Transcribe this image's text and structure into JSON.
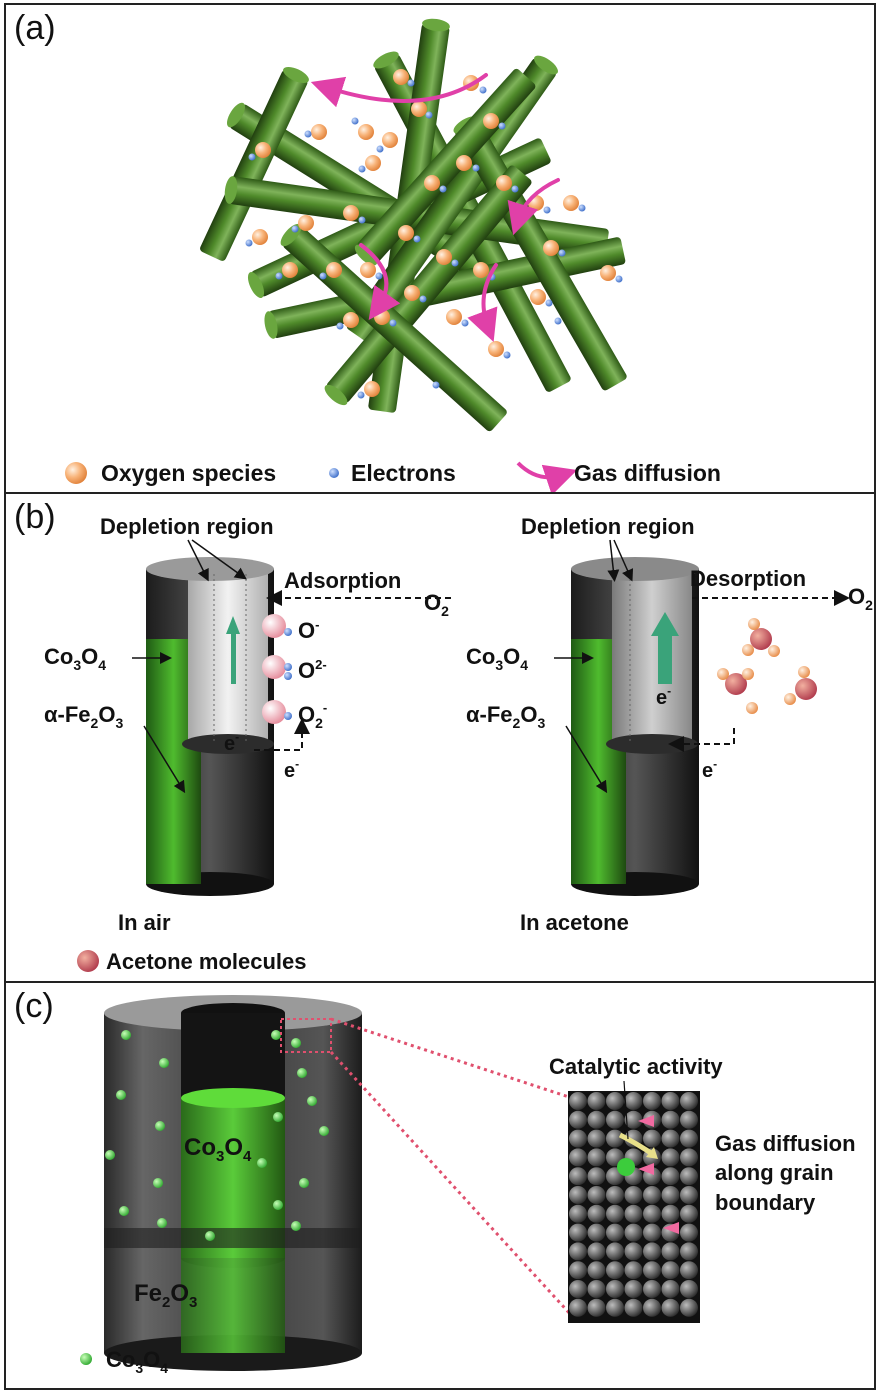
{
  "panel_a": {
    "label": "(a)",
    "legend": {
      "oxygen": "Oxygen species",
      "electrons": "Electrons",
      "gas": "Gas diffusion"
    }
  },
  "panel_b": {
    "label": "(b)",
    "left": {
      "depletion": "Depletion region",
      "process": "Adsorption",
      "gas": "O",
      "gas_sub": "2",
      "co3o4": "Co",
      "co3o4_sub1": "3",
      "co3o4_o": "O",
      "co3o4_sub2": "4",
      "fe2o3_pre": "α-Fe",
      "fe2o3_sub1": "2",
      "fe2o3_o": "O",
      "fe2o3_sub2": "3",
      "electron": "e",
      "electron_sup": "-",
      "ion1": "O",
      "ion1_sup": "-",
      "ion2": "O",
      "ion2_sup": "2-",
      "ion3": "O",
      "ion3_sub": "2",
      "ion3_sup": "-",
      "caption": "In air"
    },
    "right": {
      "depletion": "Depletion region",
      "process": "Desorption",
      "gas": "O",
      "gas_sub": "2",
      "co3o4": "Co",
      "co3o4_sub1": "3",
      "co3o4_o": "O",
      "co3o4_sub2": "4",
      "fe2o3_pre": "α-Fe",
      "fe2o3_sub1": "2",
      "fe2o3_o": "O",
      "fe2o3_sub2": "3",
      "electron": "e",
      "electron_sup": "-",
      "caption": "In acetone"
    },
    "legend_acetone": "Acetone molecules"
  },
  "panel_c": {
    "label": "(c)",
    "co3o4": "Co",
    "co3o4_sub1": "3",
    "co3o4_o": "O",
    "co3o4_sub2": "4",
    "fe2o3": "Fe",
    "fe2o3_sub1": "2",
    "fe2o3_o": "O",
    "fe2o3_sub2": "3",
    "catalytic": "Catalytic activity",
    "gas_line1": "Gas diffusion",
    "gas_line2": "along grain",
    "gas_line3": "boundary",
    "legend": "Co",
    "legend_sub1": "3",
    "legend_o": "O",
    "legend_sub2": "4"
  },
  "colors": {
    "rod_green": "#3d7a1f",
    "oxygen_orange": "#f5a15a",
    "electron_blue": "#4a7fd6",
    "gas_pink": "#e040a8",
    "acetone_red": "#c85060",
    "co3o4_green": "#3fbf3f",
    "zoom_dotted": "#e0506e"
  }
}
